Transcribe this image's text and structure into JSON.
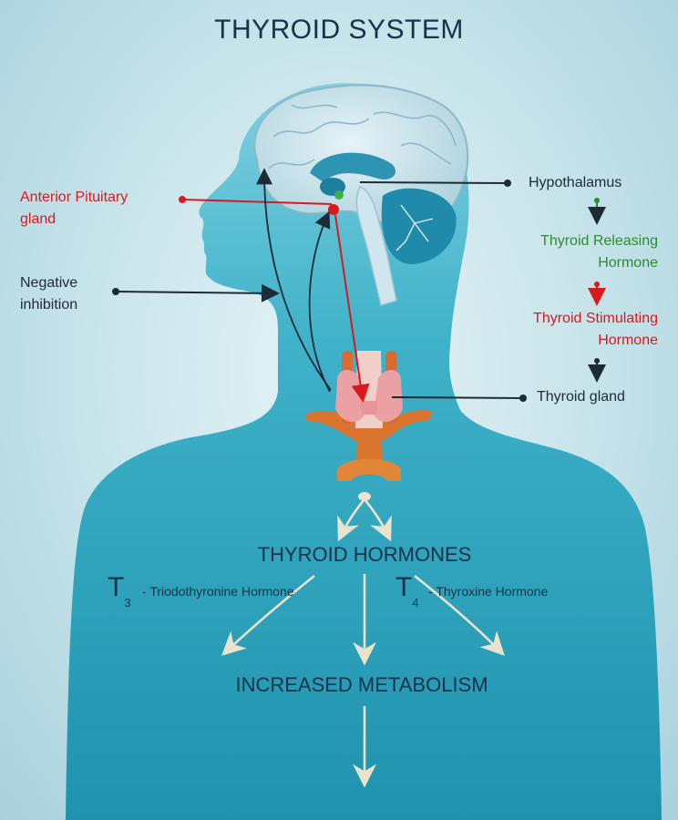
{
  "title": "THYROID SYSTEM",
  "labels": {
    "anterior_pituitary": [
      "Anterior Pituitary",
      "gland"
    ],
    "negative_inhibition": [
      "Negative",
      "inhibition"
    ],
    "hypothalamus": "Hypothalamus",
    "trh": [
      "Thyroid Releasing",
      "Hormone"
    ],
    "tsh": [
      "Thyroid Stimulating",
      "Hormone"
    ],
    "thyroid_gland": "Thyroid gland"
  },
  "hormones": {
    "heading": "THYROID HORMONES",
    "t3": {
      "symbol": "T",
      "sub": "3",
      "desc": "- Triodothyronine Hormone"
    },
    "t4": {
      "symbol": "T",
      "sub": "4",
      "desc": "- Thyroxine Hormone"
    }
  },
  "result": "INCREASED METABOLISM",
  "colors": {
    "title": "#17324a",
    "red": "#d8191e",
    "green": "#2e8a2e",
    "body": "#2aa3bd",
    "body_dark": "#1b8aa6"
  }
}
